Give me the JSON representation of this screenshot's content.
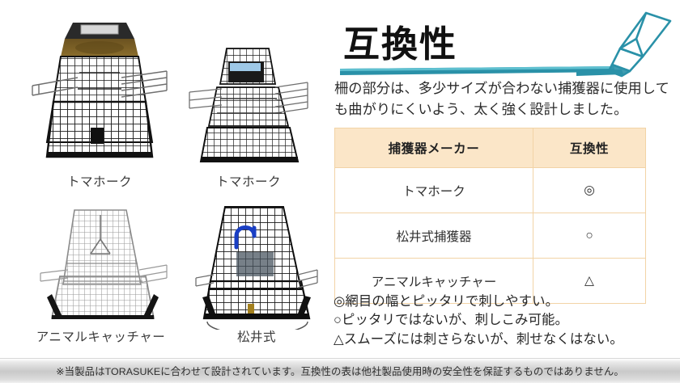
{
  "title": {
    "heading": "互換性",
    "marker_icon": "highlighter-pen-icon",
    "accent_color": "#2a91a8"
  },
  "lead_paragraph": "柵の部分は、多少サイズが合わない捕獲器に使用しても曲がりにくいよう、太く強く設計しました。",
  "photos": [
    {
      "caption": "トマホーク",
      "variant": "black-trap-large"
    },
    {
      "caption": "トマホーク",
      "variant": "black-trap-small"
    },
    {
      "caption": "アニマルキャッチャー",
      "variant": "silver-trap"
    },
    {
      "caption": "松井式",
      "variant": "black-trap-blue-handle"
    }
  ],
  "table": {
    "headers": [
      "捕獲器メーカー",
      "互換性"
    ],
    "header_bg": "#fbe6c8",
    "border_color": "#f2d3a6",
    "rows": [
      {
        "maker": "トマホーク",
        "compat": "◎"
      },
      {
        "maker": "松井式捕獲器",
        "compat": "○"
      },
      {
        "maker": "アニマルキャッチャー",
        "compat": "△"
      }
    ]
  },
  "legend": [
    "◎網目の幅とピッタリで刺しやすい。",
    "○ピッタリではないが、刺しこみ可能。",
    "△スムーズには刺さらないが、刺せなくはない。"
  ],
  "footer": {
    "note": "※当製品はTORASUKEに合わせて設計されています。互換性の表は他社製品使用時の安全性を保証するものではありません。"
  }
}
